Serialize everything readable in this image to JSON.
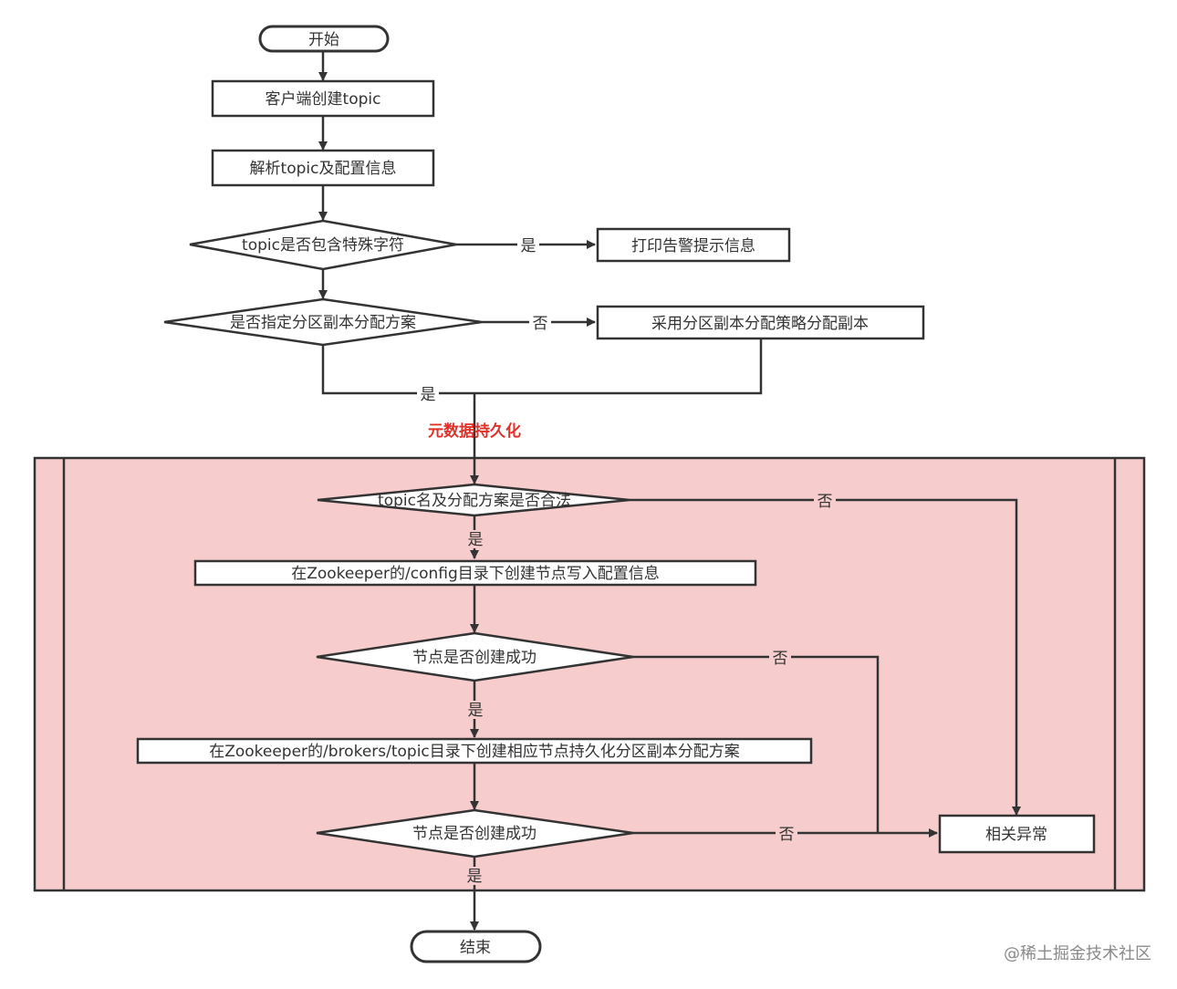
{
  "colors": {
    "section_fill": "#f6cccc",
    "section_stroke": "#333333",
    "line": "#333333",
    "section_title": "#e0302a"
  },
  "nodes": {
    "start": "开始",
    "client_create": "客户端创建topic",
    "parse": "解析topic及配置信息",
    "special_char_check": "topic是否包含特殊字符",
    "print_warning": "打印告警提示信息",
    "assignment_specified": "是否指定分区副本分配方案",
    "use_strategy": "采用分区副本分配策略分配副本",
    "name_valid_check": "topic名及分配方案是否合法",
    "write_config": "在Zookeeper的/config目录下创建节点写入配置信息",
    "node_created_check_1": "节点是否创建成功",
    "write_brokers": "在Zookeeper的/brokers/topic目录下创建相应节点持久化分区副本分配方案",
    "node_created_check_2": "节点是否创建成功",
    "exception": "相关异常",
    "end": "结束"
  },
  "edge_labels": {
    "special_char_yes": "是",
    "assignment_no": "否",
    "assignment_yes": "是",
    "name_valid_no": "否",
    "name_valid_yes": "是",
    "node1_no": "否",
    "node1_yes": "是",
    "node2_no": "否",
    "node2_yes": "是"
  },
  "section_title": "元数据持久化",
  "watermark": "@稀土掘金技术社区"
}
